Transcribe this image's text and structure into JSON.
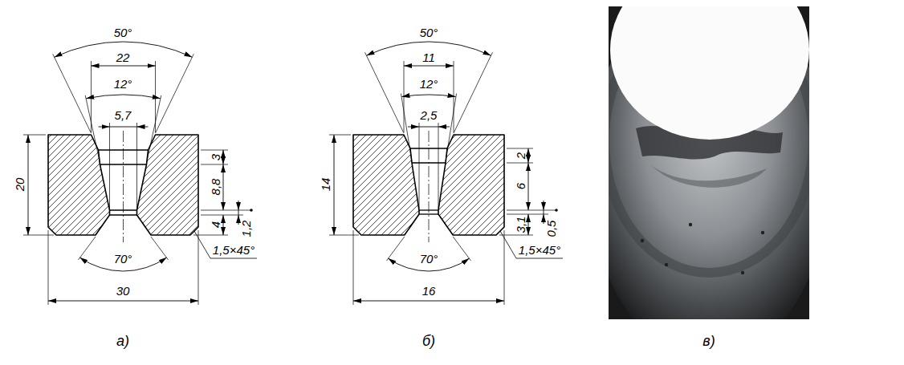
{
  "diagram": {
    "labels": [
      "50°",
      "22",
      "12°",
      "5,7",
      "20",
      "3",
      "8,8",
      "4",
      "1,2",
      "70°",
      "1,5×45°",
      "30",
      "а)",
      "50°",
      "11",
      "12°",
      "2,5",
      "14",
      "2",
      "6",
      "3,1",
      "0,5",
      "70°",
      "1,5×45°",
      "16",
      "б)",
      "в)"
    ]
  }
}
